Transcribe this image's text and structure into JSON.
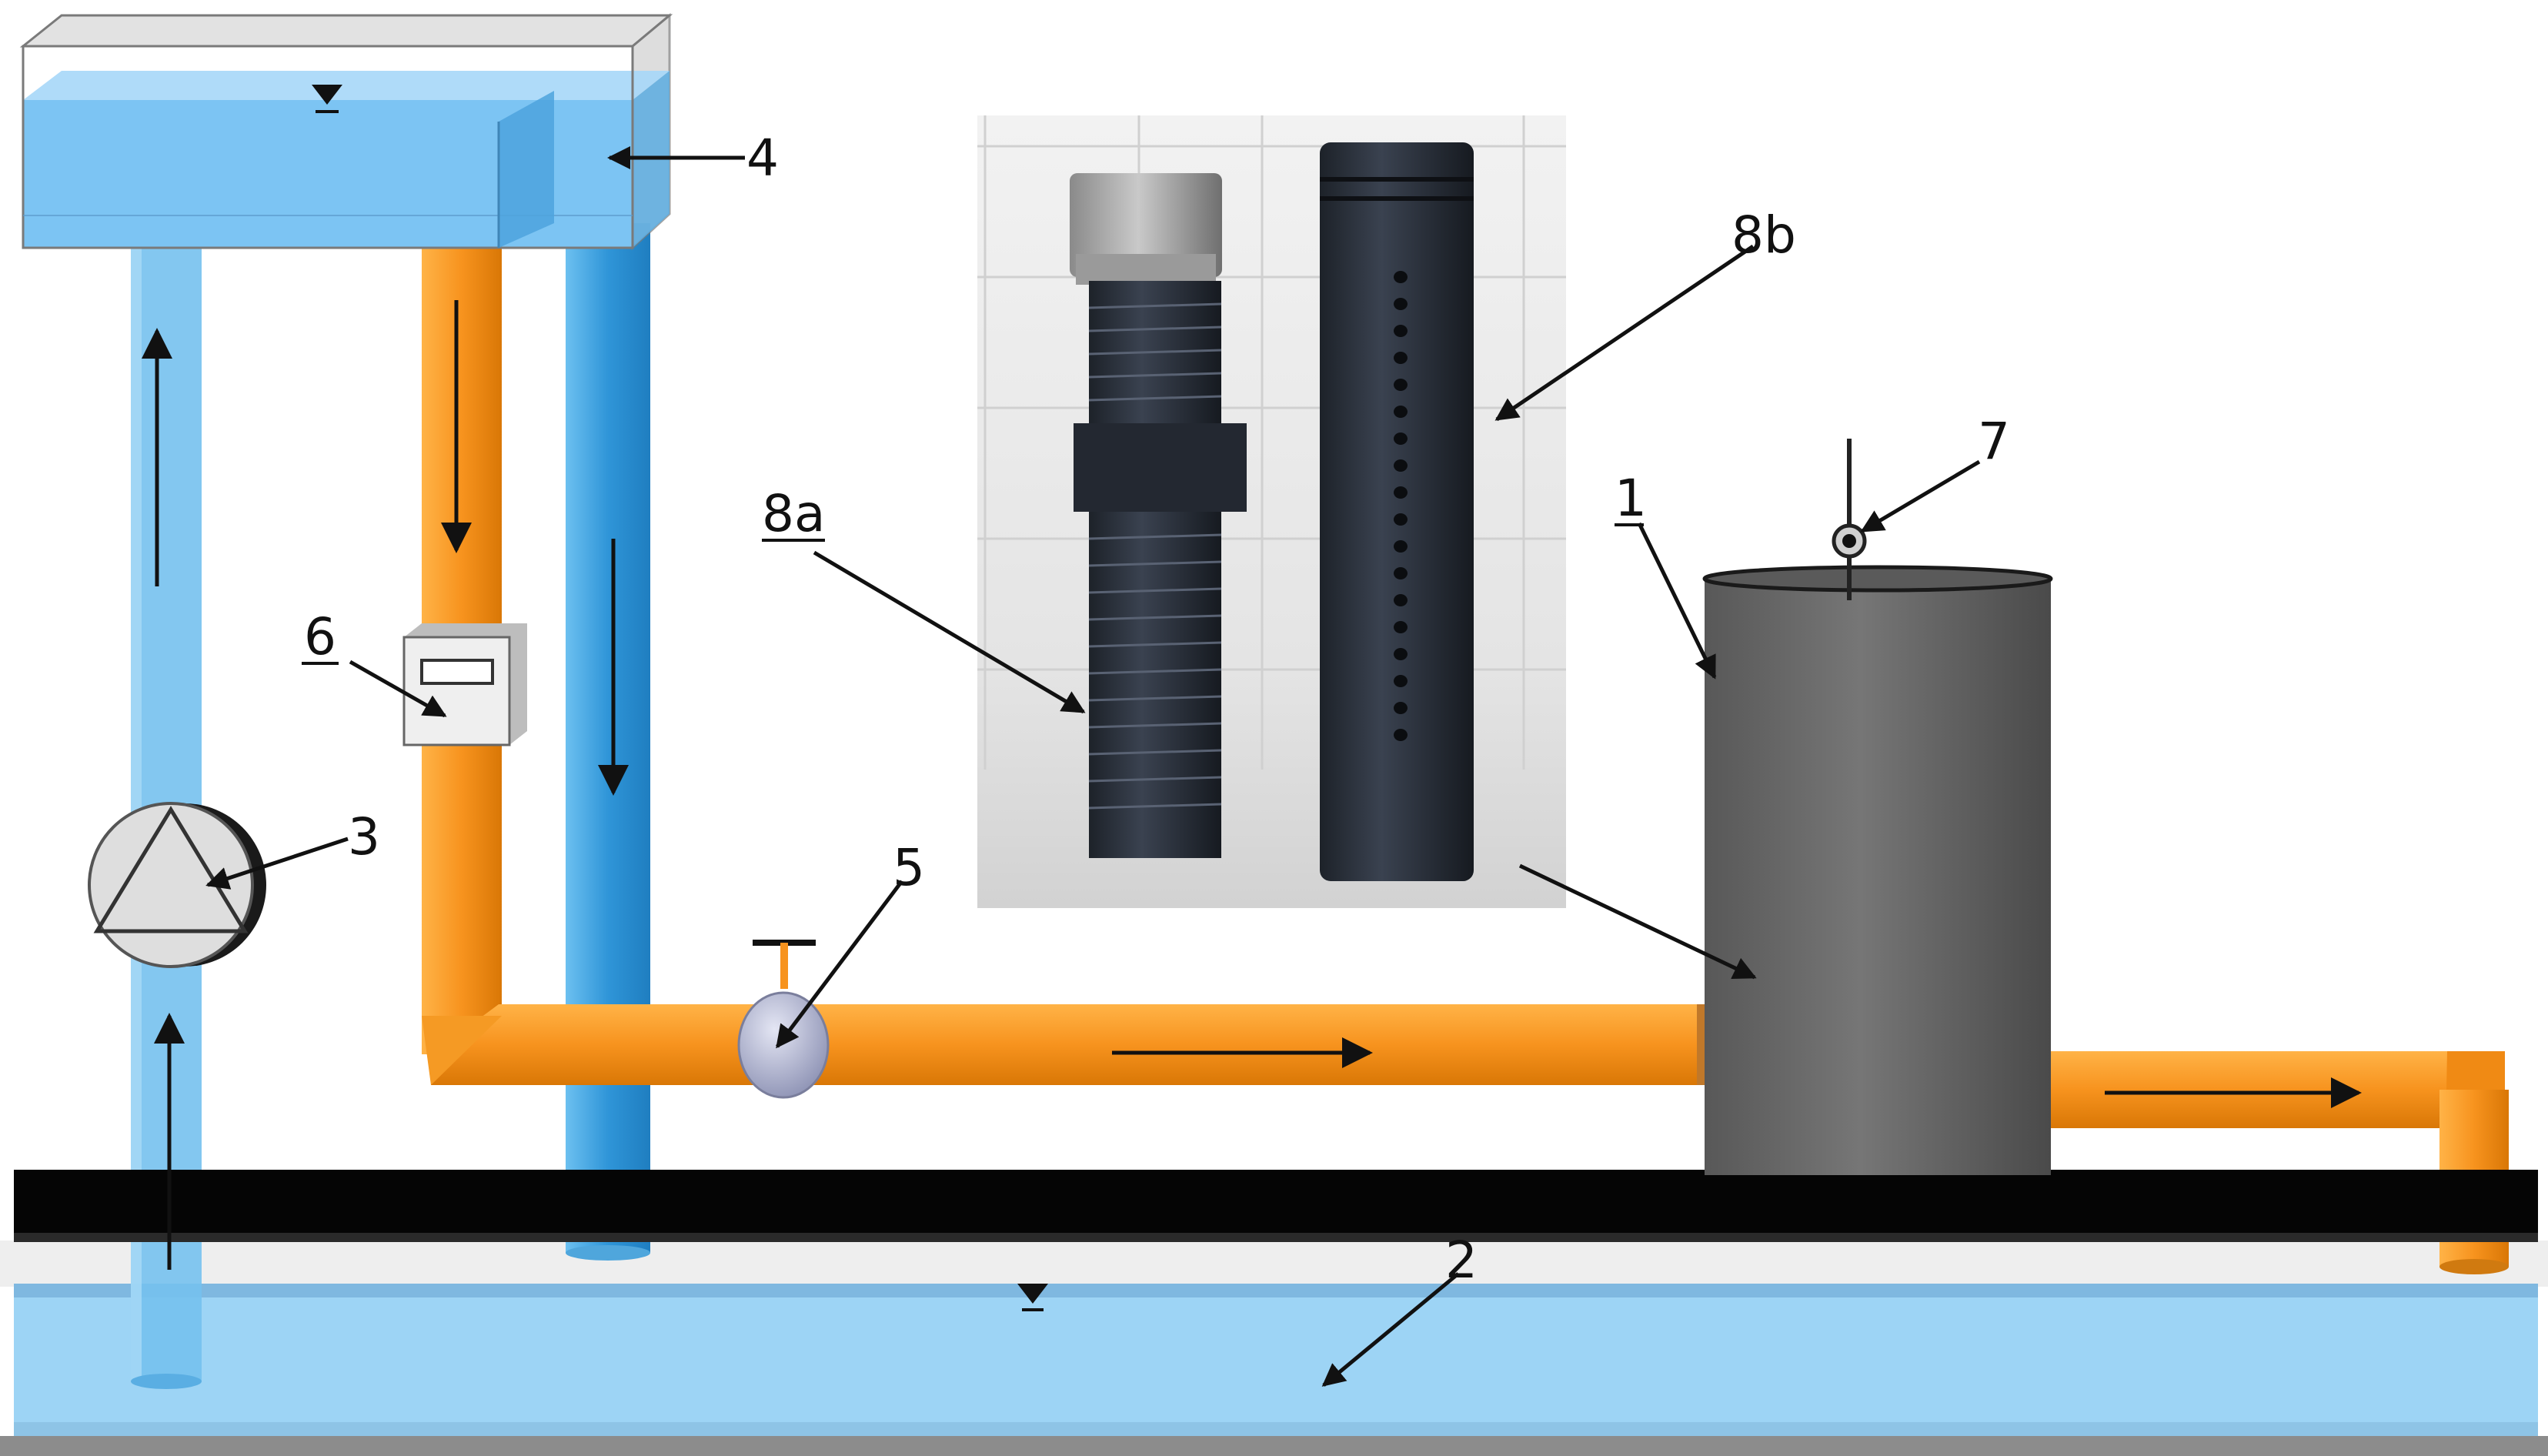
{
  "labels": {
    "l1": "1",
    "l2": "2",
    "l3": "3",
    "l4": "4",
    "l5": "5",
    "l6": "6",
    "l7": "7",
    "l8a": "8a",
    "l8b": "8b"
  },
  "colors": {
    "water": "#9dd4f5",
    "water_dark": "#5aaee3",
    "blue_pipe": "#3a9edd",
    "orange_pipe": "#f7931e",
    "black_rail": "#050505",
    "vessel": "#6b6b6b",
    "vessel_dark": "#4c4c4c",
    "photo_bg": "#e9e9e9"
  }
}
